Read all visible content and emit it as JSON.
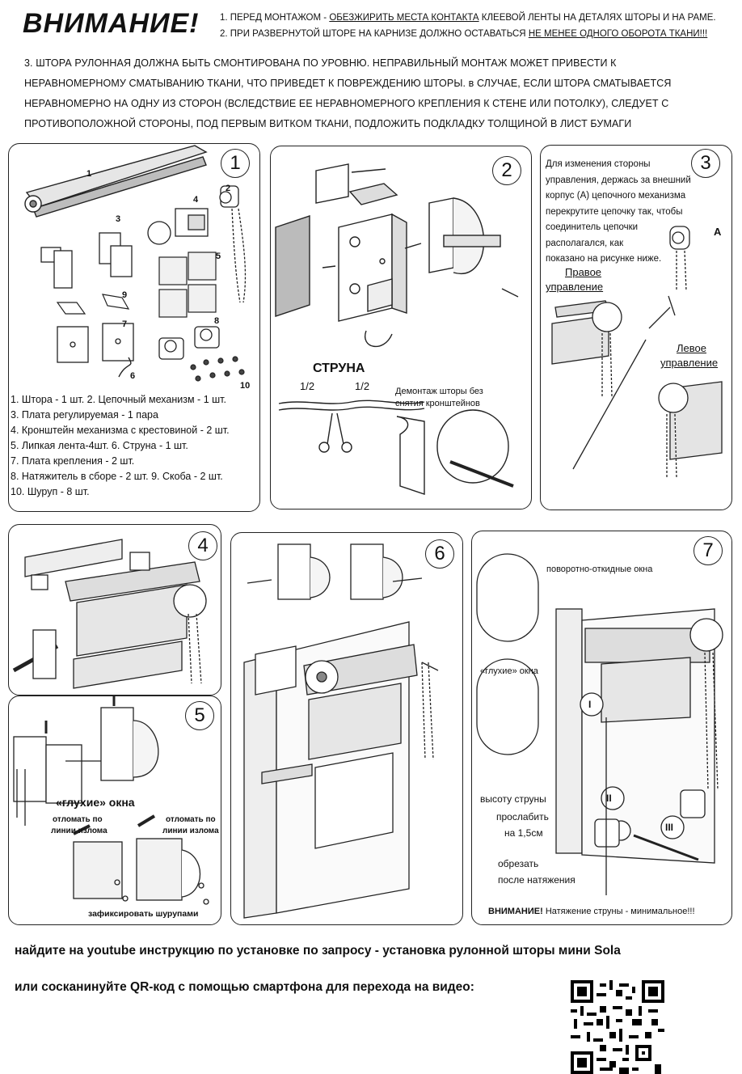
{
  "header": {
    "title": "ВНИМАНИЕ!",
    "note1_a": "1. ПЕРЕД МОНТАЖОМ - ",
    "note1_u": "ОБЕЗЖИРИТЬ МЕСТА КОНТАКТА",
    "note1_b": " КЛЕЕВОЙ ЛЕНТЫ НА ДЕТАЛЯХ ШТОРЫ И НА РАМЕ.",
    "note2_a": "2. ПРИ РАЗВЕРНУТОЙ ШТОРЕ НА КАРНИЗЕ ДОЛЖНО ОСТАВАТЬСЯ ",
    "note2_u": "НЕ МЕНЕЕ ОДНОГО ОБОРОТА ТКАНИ!!!",
    "note3": "3. ШТОРА РУЛОННАЯ ДОЛЖНА БЫТЬ СМОНТИРОВАНА ПО УРОВНЮ. НЕПРАВИЛЬНЫЙ МОНТАЖ МОЖЕТ ПРИВЕСТИ К НЕРАВНОМЕРНОМУ СМАТЫВАНИЮ ТКАНИ, ЧТО ПРИВЕДЕТ К ПОВРЕЖДЕНИЮ ШТОРЫ. в СЛУЧАЕ, ЕСЛИ ШТОРА СМАТЫВАЕТСЯ НЕРАВНОМЕРНО НА ОДНУ ИЗ СТОРОН (ВСЛЕДСТВИЕ ЕЕ НЕРАВНОМЕРНОГО КРЕПЛЕНИЯ К СТЕНЕ ИЛИ ПОТОЛКУ), СЛЕДУЕТ С ПРОТИВОПОЛОЖНОЙ СТОРОНЫ, ПОД ПЕРВЫМ ВИТКОМ ТКАНИ, ПОДЛОЖИТЬ ПОДКЛАДКУ ТОЛЩИНОЙ В ЛИСТ БУМАГИ"
  },
  "panel1": {
    "num": "1",
    "callouts": [
      "1",
      "2",
      "3",
      "4",
      "5",
      "6",
      "7",
      "8",
      "9",
      "10"
    ],
    "parts": [
      "1. Штора - 1 шт. 2. Цепочный механизм - 1 шт.",
      "3. Плата регулируемая - 1 пара",
      "4. Кронштейн механизма с крестовиной - 2 шт.",
      "5. Липкая лента-4шт. 6. Струна - 1 шт.",
      "7. Плата крепления - 2 шт.",
      "8. Натяжитель в сборе - 2 шт. 9. Скоба - 2 шт.",
      "10. Шуруп - 8 шт."
    ]
  },
  "panel2": {
    "num": "2",
    "string_label": "СТРУНА",
    "half_left": "1/2",
    "half_right": "1/2",
    "dismount_1": "Демонтаж шторы без",
    "dismount_2": "снятия кронштейнов"
  },
  "panel3": {
    "num": "3",
    "text": [
      "Для изменения стороны",
      "управления, держась за внешний",
      "корпус (А) цепочного механизма",
      "перекрутите цепочку так, чтобы",
      "соединитель цепочки",
      "располагался, как",
      "показано на рисунке ниже."
    ],
    "a_label": "A",
    "right_1": "Правое",
    "right_2": "управление",
    "left_1": "Левое",
    "left_2": "управление"
  },
  "panel4": {
    "num": "4"
  },
  "panel5": {
    "num": "5",
    "blind_windows": "«глухие» окна",
    "break_1": "отломать по",
    "break_2": "линии излома",
    "break_3": "отломать по",
    "break_4": "линии излома",
    "fix": "зафиксировать шурупами"
  },
  "panel6": {
    "num": "6"
  },
  "panel7": {
    "num": "7",
    "tilt": "поворотно-откидные окна",
    "blind": "«глухие» окна",
    "roman_1": "I",
    "roman_2": "II",
    "roman_3": "III",
    "slack_1": "высоту струны",
    "slack_2": "прослабить",
    "slack_3": "на 1,5см",
    "cut_1": "обрезать",
    "cut_2": "после натяжения",
    "warn_bold": "ВНИМАНИЕ!",
    "warn_rest": " Натяжение струны - минимальное!!!"
  },
  "footer": {
    "line1": "найдите на youtube инструкцию по установке по запросу - установка рулонной шторы мини Sola",
    "line2": "или сосканинуйте QR-код с помощью смартфона для перехода на видео:"
  },
  "colors": {
    "ink": "#111111",
    "panel_border": "#222222",
    "shade": "#d9d9d9",
    "dark_shade": "#8c8c8c"
  }
}
